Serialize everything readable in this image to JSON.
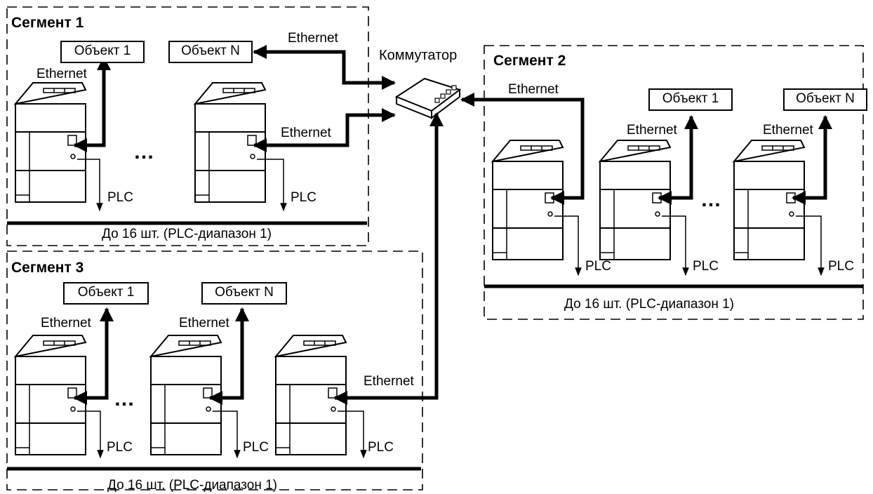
{
  "switch_label": "Коммутатор",
  "segments": [
    {
      "title": "Сегмент 1",
      "objects": [
        "Объект 1",
        "Объект N"
      ],
      "ethernet_labels": [
        "Ethernet",
        "Ethernet",
        "Ethernet"
      ],
      "plc_labels": [
        "PLC",
        "PLC"
      ],
      "ellipsis": "…",
      "bus_caption": "До 16 шт. (PLC-диапазон 1)"
    },
    {
      "title": "Сегмент 2",
      "objects": [
        "Объект 1",
        "Объект N"
      ],
      "ethernet_labels": [
        "Ethernet",
        "Ethernet",
        "Ethernet"
      ],
      "plc_labels": [
        "PLC",
        "PLC",
        "PLC"
      ],
      "ellipsis": "…",
      "bus_caption": "До 16 шт. (PLC-диапазон 1)"
    },
    {
      "title": "Сегмент 3",
      "objects": [
        "Объект 1",
        "Объект N"
      ],
      "ethernet_labels": [
        "Ethernet",
        "Ethernet",
        "Ethernet"
      ],
      "plc_labels": [
        "PLC",
        "PLC",
        "PLC"
      ],
      "ellipsis": "…",
      "bus_caption": "До 16 шт. (PLC-диапазон 1)"
    }
  ]
}
